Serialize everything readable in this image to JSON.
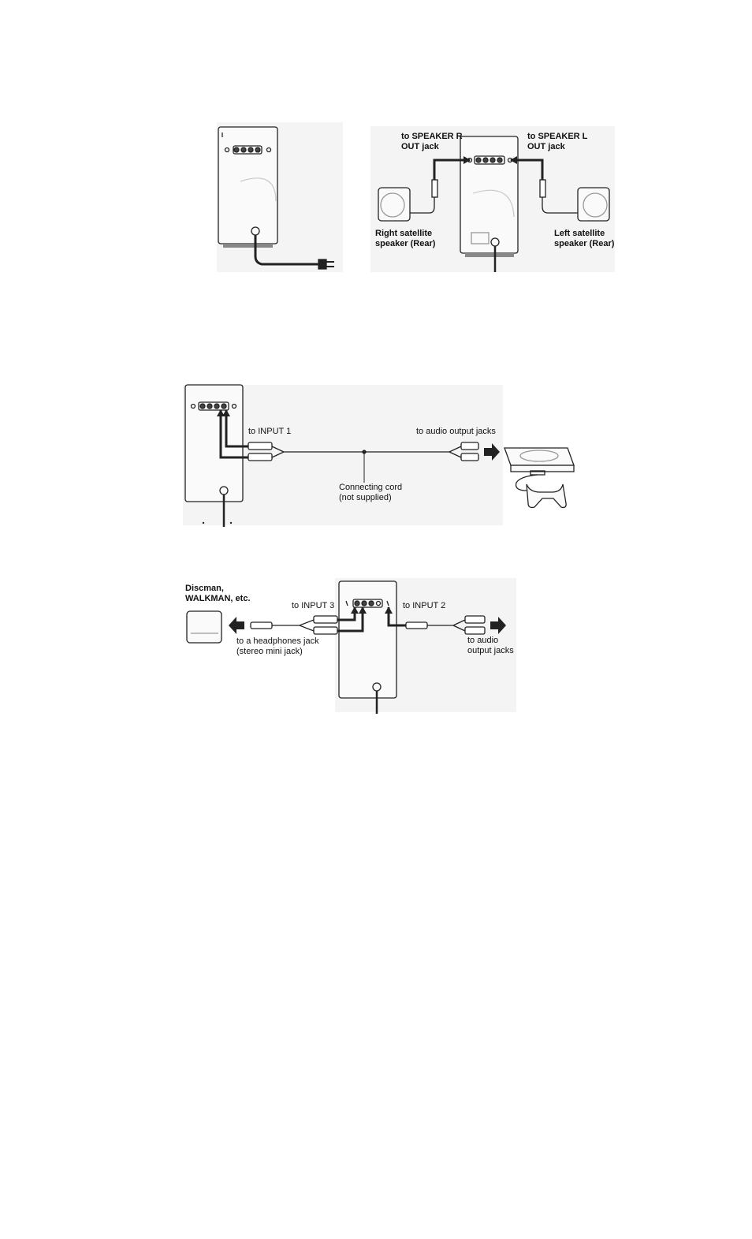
{
  "fig_a": {
    "speaker_r_line1": "to SPEAKER R",
    "speaker_r_line2": "OUT jack",
    "speaker_l_line1": "to SPEAKER L",
    "speaker_l_line2": "OUT jack",
    "right_sat_line1": "Right satellite",
    "right_sat_line2": "speaker (Rear)",
    "left_sat_line1": "Left satellite",
    "left_sat_line2": "speaker (Rear)"
  },
  "fig_b": {
    "input1": "to INPUT 1",
    "audio_out": "to audio output jacks",
    "cord_line1": "Connecting cord",
    "cord_line2": "(not supplied)"
  },
  "fig_c": {
    "discman_line1": "Discman,",
    "discman_line2": "WALKMAN, etc.",
    "input3": "to INPUT 3",
    "input2": "to INPUT 2",
    "headphones_line1": "to a headphones jack",
    "headphones_line2": "(stereo mini jack)",
    "audio_out_line1": "to audio",
    "audio_out_line2": "output jacks"
  }
}
